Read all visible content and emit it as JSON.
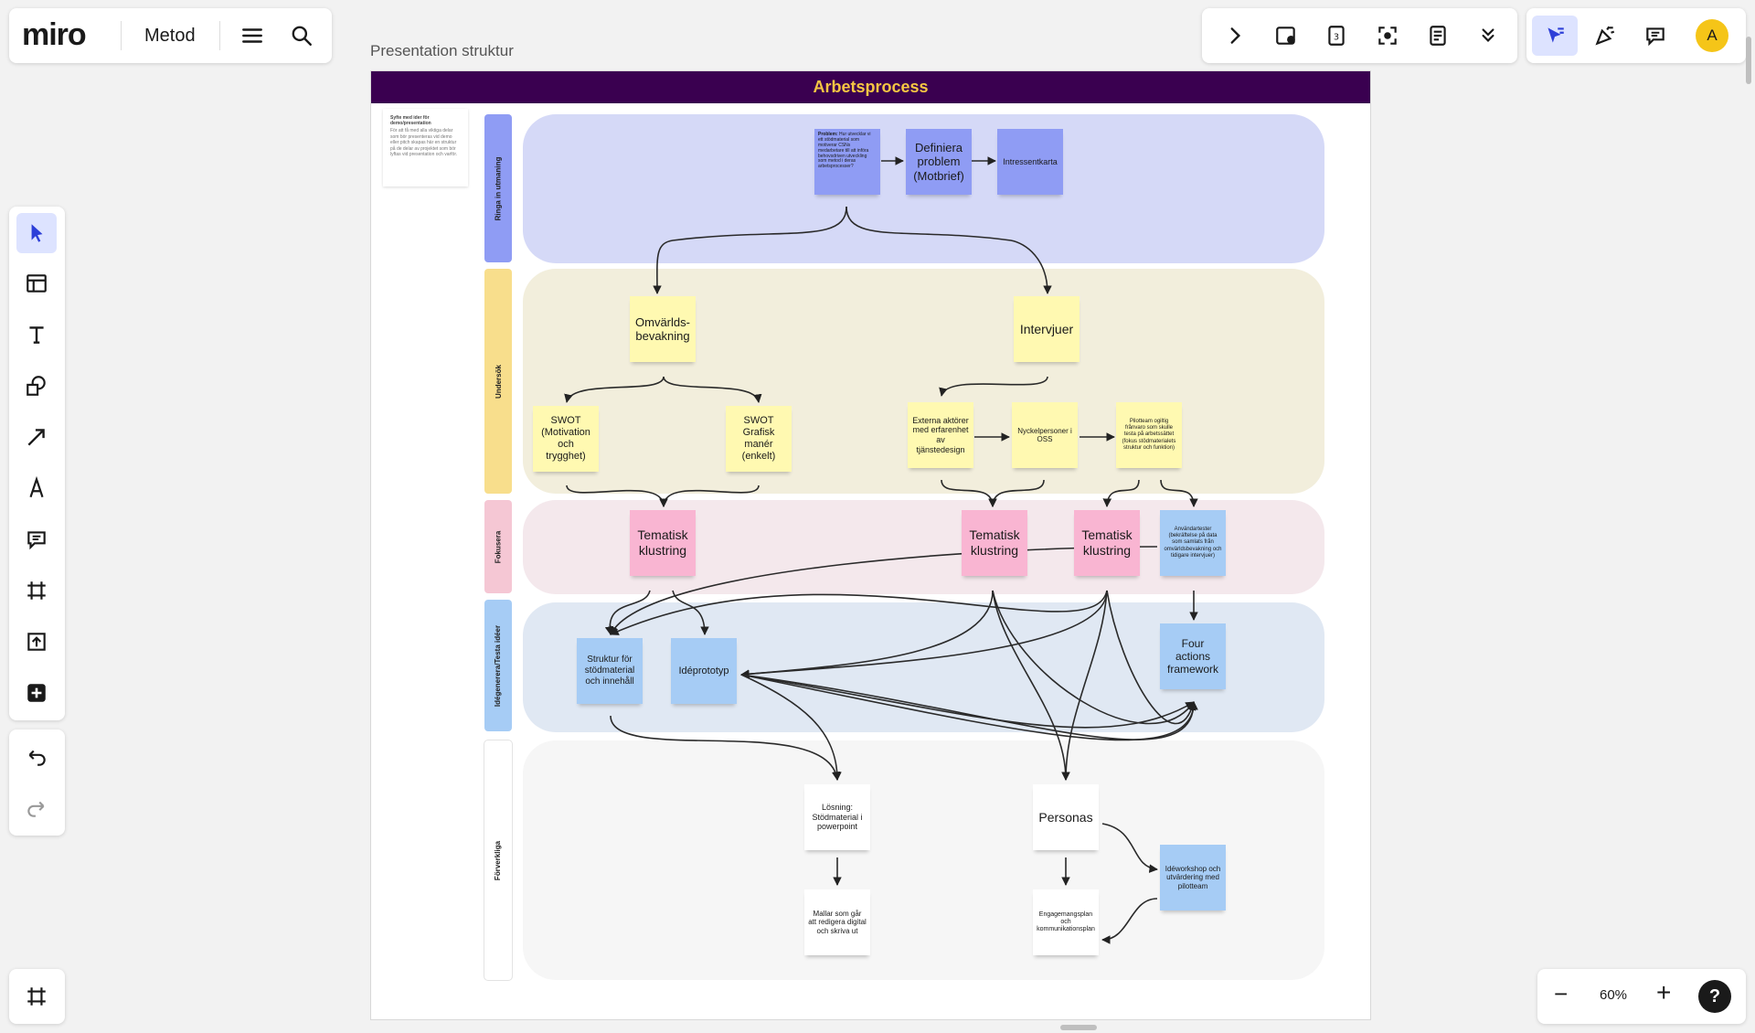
{
  "app": {
    "logo": "miro",
    "board_name": "Metod",
    "menu_icon": "hamburger-icon",
    "search_icon": "search-icon"
  },
  "top_right_tools": [
    "chevron-right-icon",
    "sticky-present-icon",
    "timer-icon",
    "focus-frame-icon",
    "notes-icon",
    "chevron-double-down-icon"
  ],
  "collab_tools": [
    "cursor-follow-icon",
    "celebrate-icon",
    "comment-icon"
  ],
  "user": {
    "avatar_initial": "A",
    "avatar_color": "#f5c518"
  },
  "left_tools": [
    "select-icon",
    "templates-icon",
    "text-icon",
    "shapes-icon",
    "arrow-line-icon",
    "pen-icon",
    "comment-icon",
    "frame-icon",
    "upload-icon",
    "more-apps-icon"
  ],
  "undo_redo": [
    "undo-icon",
    "redo-icon"
  ],
  "bottom_left": "frames-icon",
  "zoom": {
    "value": "60%",
    "minus": "−",
    "plus": "+",
    "help": "?"
  },
  "board": {
    "frame_title": "Presentation struktur",
    "header": "Arbetsprocess",
    "header_bg": "#3a0050",
    "header_color": "#f6c643",
    "note_card": {
      "title": "Syfte med ider för demo/presentation",
      "body": "För att få med alla viktiga delar som bör presenteras vid demo eller pitch skapas här en struktur på de delar av projektet som bör lyftas vid presentation och varför."
    },
    "lanes": [
      {
        "label": "Ringa in utmaning",
        "label_color": "#8f9cf4",
        "bg": "#d5d9f7"
      },
      {
        "label": "Undersök",
        "label_color": "#f8de8c",
        "bg": "#f2eedc"
      },
      {
        "label": "Fokusera",
        "label_color": "#f5c7d4",
        "bg": "#f4e8ec"
      },
      {
        "label": "Idégenerera/Testa idéer",
        "label_color": "#a6ccf5",
        "bg": "#e0e8f3"
      },
      {
        "label": "Förverkliga",
        "label_color": "#ffffff",
        "bg": "#f6f6f6"
      }
    ],
    "stickies": {
      "problem": "Problem: Hur utvecklar vi ett stödmaterial som motiverar CSNs medarbetare till att införa behovsdriven utveckling som metod i deras arbetsprocesser?",
      "problem_bold": "Problem:",
      "definiera": "Definiera problem (Motbrief)",
      "intressent": "Intressentkarta",
      "omvarld": "Omvärlds-bevakning",
      "intervjuer": "Intervjuer",
      "swot1": "SWOT (Motivation och trygghet)",
      "swot2": "SWOT Grafisk manér (enkelt)",
      "externa": "Externa aktörer med erfarenhet av tjänstedesign",
      "nyckel": "Nyckelpersoner i OSS",
      "pilot": "Pilotteam ogiltig frånvaro som skulle testa på arbetssättet (fokus stödmaterialets struktur och funktion)",
      "tema1": "Tematisk klustring",
      "tema2": "Tematisk klustring",
      "tema3": "Tematisk klustring",
      "anvandar": "Användartester (bekräftelse på data som samlats från omvärldsbevakning och tidigare intervjuer)",
      "struktur": "Struktur för stödmaterial och innehåll",
      "ideprototyp": "Idéprototyp",
      "four": "Four actions framework",
      "losning": "Lösning: Stödmaterial i powerpoint",
      "mallar": "Mallar som går att redigera digital och skriva ut",
      "personas": "Personas",
      "engagemang": "Engagemangsplan och kommunikationsplan",
      "ideworkshop": "Idéworkshop och utvärdering med pilotteam"
    }
  }
}
